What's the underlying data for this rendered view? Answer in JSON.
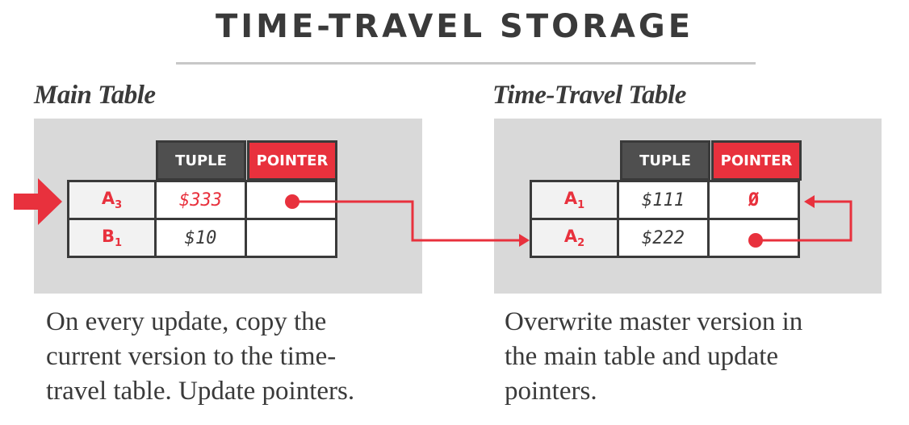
{
  "title": "TIME-TRAVEL STORAGE",
  "main_table": {
    "heading": "Main Table",
    "columns": [
      "TUPLE",
      "POINTER"
    ],
    "rows": [
      {
        "key": "A",
        "sub": "3",
        "tuple": "$333",
        "pointer": ""
      },
      {
        "key": "B",
        "sub": "1",
        "tuple": "$10",
        "pointer": ""
      }
    ],
    "caption_lines": [
      "On every update, copy the",
      "current version to the time-",
      "travel table. Update pointers."
    ]
  },
  "time_travel_table": {
    "heading": "Time-Travel Table",
    "columns": [
      "TUPLE",
      "POINTER"
    ],
    "rows": [
      {
        "key": "A",
        "sub": "1",
        "tuple": "$111",
        "pointer": "Ø"
      },
      {
        "key": "A",
        "sub": "2",
        "tuple": "$222",
        "pointer": ""
      }
    ],
    "caption_lines": [
      "Overwrite master version in",
      "the main table and update",
      "pointers."
    ]
  },
  "colors": {
    "accent": "#e8313d",
    "dark": "#3a3a3a",
    "header_dark": "#4f4f4f",
    "panel": "#d9d9d9"
  }
}
